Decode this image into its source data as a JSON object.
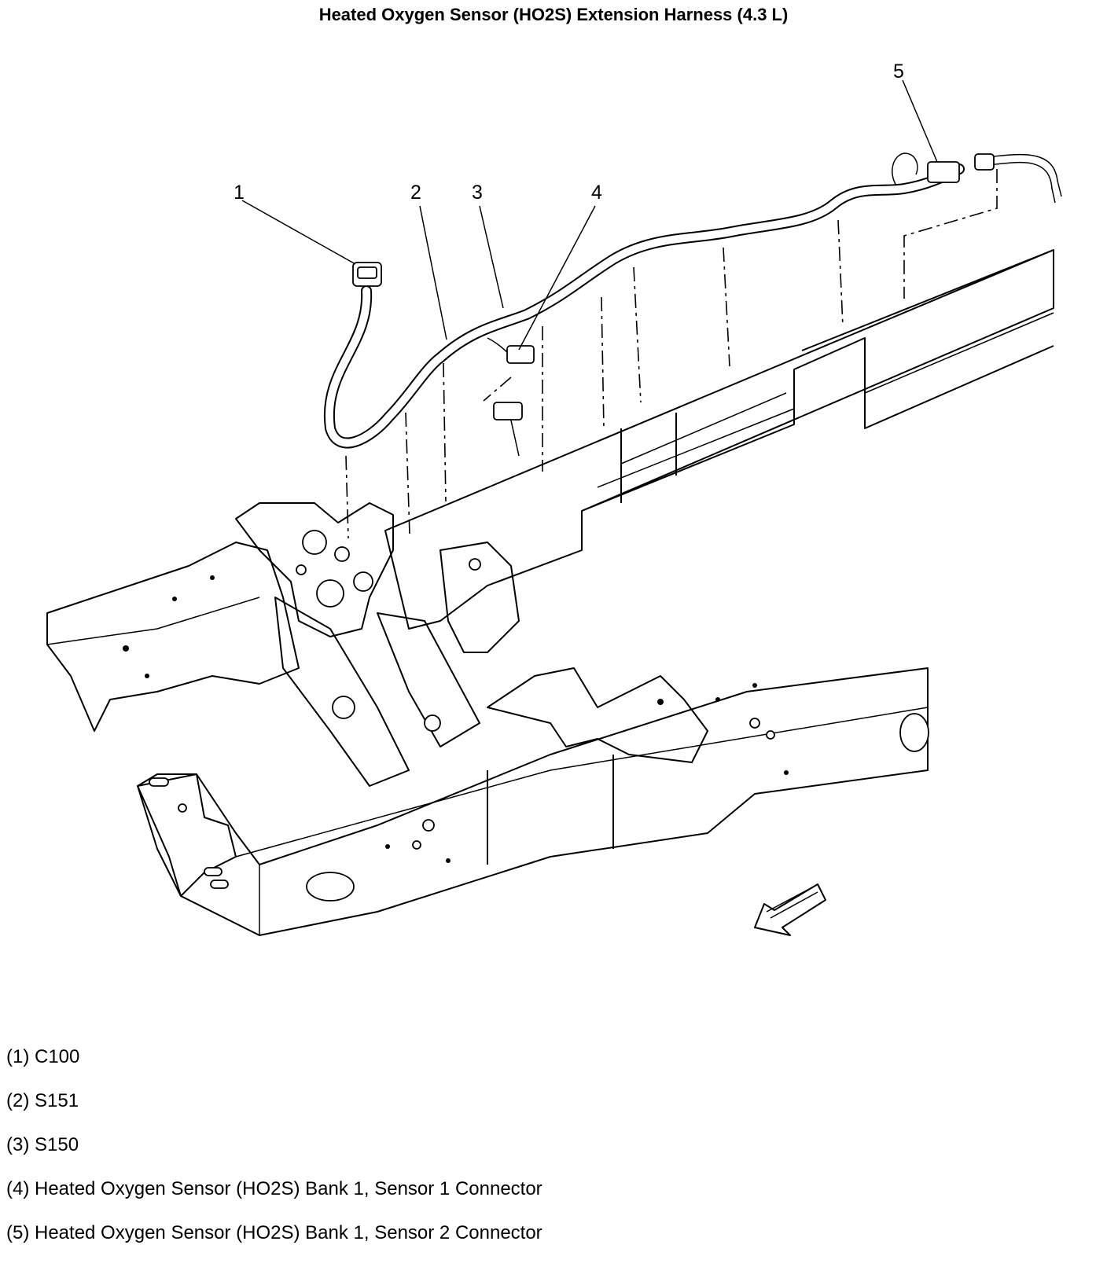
{
  "title": "Heated Oxygen Sensor (HO2S) Extension Harness (4.3 L)",
  "callouts": [
    "1",
    "2",
    "3",
    "4",
    "5"
  ],
  "legend": [
    "(1) C100",
    "(2) S151",
    "(3) S150",
    "(4) Heated Oxygen Sensor (HO2S) Bank 1, Sensor 1 Connector",
    "(5) Heated Oxygen Sensor (HO2S) Bank 1, Sensor 2 Connector"
  ]
}
